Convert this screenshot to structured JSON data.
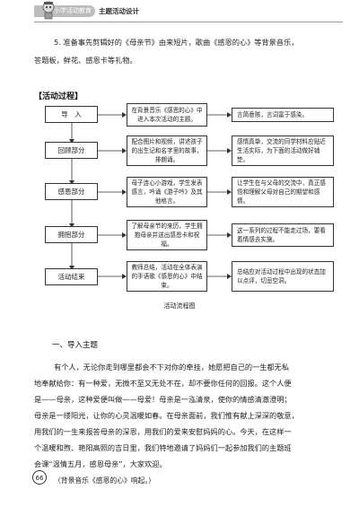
{
  "header": {
    "book_title": "小学活动教育",
    "subtitle": "主题活动设计"
  },
  "intro": {
    "item5": "5. 准备事先剪辑好的《母亲节》由来短片，歌曲《感恩的心》等背景音乐，",
    "item5_cont": "答题板，鲜花、感恩卡等礼物。"
  },
  "section_title": "【活动过程】",
  "flowchart": {
    "stages": [
      {
        "label": "导　入",
        "desc": "在背景音乐《感恩的心》中进入本次活动的主题。",
        "note": "言简意赅，言词富于感染。"
      },
      {
        "label": "回顾部分",
        "desc": "配合图片和视频，讲述孩子的出生记和名字里的故事，排朗诵。",
        "note": "感情真挚，交流的同学材料应贴近生活实际，为下面的活动做好铺垫。"
      },
      {
        "label": "感恩部分",
        "desc": "母子连心小游戏，学生发表感言，吟诵《游子吟》及其他格言。",
        "note": "让学生在与父母的交流中，真正感悟和理解父母对自己的期望和感情。"
      },
      {
        "label": "拥抱部分",
        "desc": "了解母亲节的来历，学生拥抱母亲并送出感恩卡和祝福。",
        "note": "这一系列的过程不能走过场，要看着情感去实施。"
      },
      {
        "label": "活动结束",
        "desc": "教师总结，活动在全体表演的手语歌《感恩的心》中结束。",
        "note": "总结应对活动过程中出现的状态加以点评，切忌空洞。"
      }
    ],
    "caption": "活动流程图"
  },
  "part1_heading": "一、导入主题",
  "body": [
    "有个人，无论你走到哪里都会不下对你的牵挂，她愿把自己的一生都无私",
    "地奉献给你：有一种爱，无微不至又无处不在，却不要你任何的回报。这个人便",
    "是——母亲，这种爱便叫做——母爱！母亲是一泓清泉，使你的情感清澈澄明；",
    "母亲是一缕阳光，让你的心灵温暖如春。在母亲面前，我们惟有献上深深的敬意，",
    "用我们的一生来报答母亲的深恩，用我们的爱来安慰妈妈的心。今天，在这样一",
    "个温暖和煦、艳阳高照的吉日里，我们特地邀请了妈妈们一起参加我们的主题班",
    "会课“温情五月，感恩母亲”，大家欢迎。"
  ],
  "music_note": "（背景音乐《感恩的心》响起。）",
  "page_number": "66"
}
